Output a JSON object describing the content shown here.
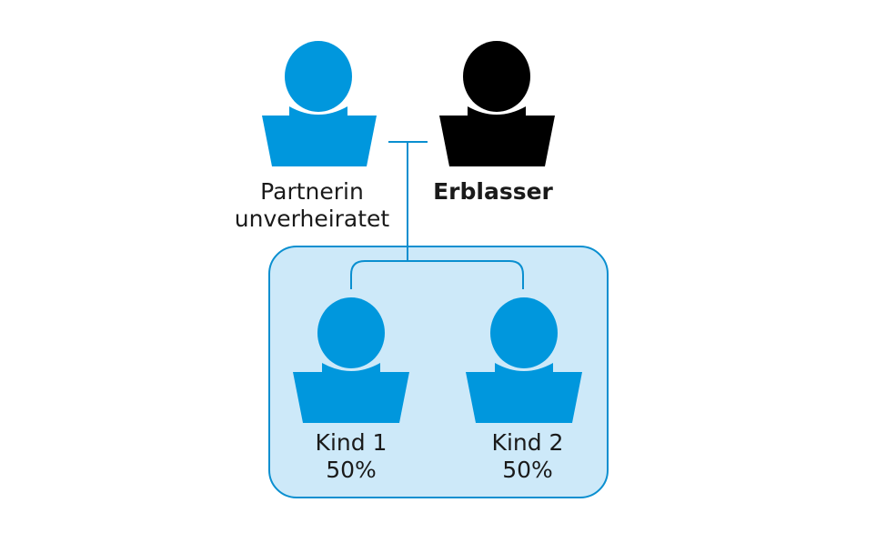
{
  "colors": {
    "person_blue": "#0097dd",
    "person_black": "#000000",
    "line_blue": "#0a8fd0",
    "box_fill": "#cde9f9",
    "box_border": "#0a8fd0",
    "text": "#1a1a1a"
  },
  "people": {
    "partner": {
      "icon": "person-icon",
      "line1": "Partnerin",
      "line2": "unverheiratet"
    },
    "deceased": {
      "icon": "person-icon",
      "label": "Erblasser"
    },
    "child1": {
      "icon": "person-icon",
      "name": "Kind 1",
      "share": "50%"
    },
    "child2": {
      "icon": "person-icon",
      "name": "Kind 2",
      "share": "50%"
    }
  }
}
